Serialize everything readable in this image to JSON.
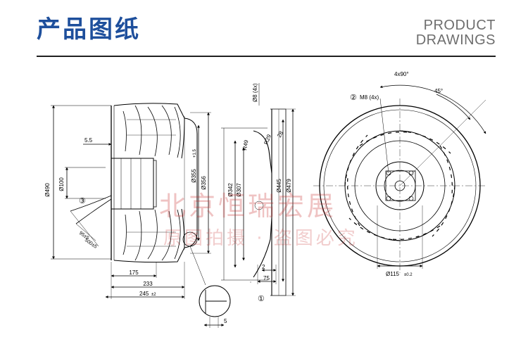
{
  "header": {
    "title_cn": "产品图纸",
    "title_en_line1": "PRODUCT",
    "title_en_line2": "DRAWINGS"
  },
  "watermark": {
    "line1": "北京恒瑞宏展",
    "line2": "原图拍摄 · 盗图必究"
  },
  "side_view": {
    "dim_overall_dia": "Ø490",
    "dim_hub_dia": "Ø100",
    "dim_step": "5.5",
    "dim_inlet_dia": "Ø355",
    "dim_inlet_tol": "+1.5",
    "dim_outlet_dia": "Ø356",
    "dim_175": "175",
    "dim_233": "233",
    "dim_245": "245",
    "dim_245_tol": "±2",
    "dim_detail_5": "5",
    "callout_3": "③",
    "cable_label_a": "95±5",
    "cable_label_b": "500±5"
  },
  "section_view": {
    "dim_slot": "Ø8 (4x)",
    "dim_r49": "R49",
    "dim_r29": "R29",
    "dim_28": "28",
    "dim_342": "Ø342",
    "dim_307": "Ø307",
    "dim_445": "Ø445",
    "dim_479": "Ø479",
    "dim_2": "2",
    "dim_75": "75",
    "callout_1": "①"
  },
  "front_view": {
    "dim_angle": "4x90°",
    "dim_45": "45°",
    "dim_m8": "M8 (4x)",
    "callout_2": "②",
    "dim_bolt_circle": "Ø115",
    "dim_bolt_tol": "±0.2"
  }
}
